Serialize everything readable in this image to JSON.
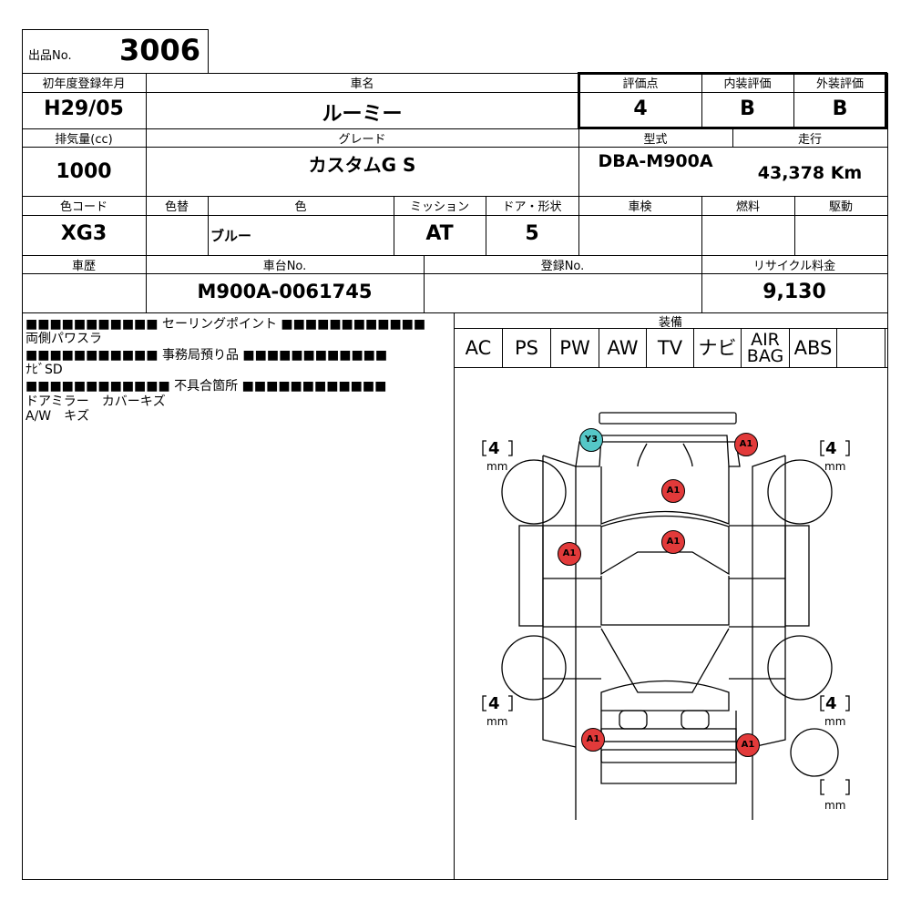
{
  "lot": {
    "label": "出品No.",
    "value": "3006"
  },
  "reg": {
    "label": "初年度登録年月",
    "value": "H29/05"
  },
  "name": {
    "label": "車名",
    "value": "ルーミー"
  },
  "score": {
    "label": "評価点",
    "value": "4"
  },
  "interior": {
    "label": "内装評価",
    "value": "B"
  },
  "exterior": {
    "label": "外装評価",
    "value": "B"
  },
  "cc": {
    "label": "排気量(cc)",
    "value": "1000"
  },
  "grade": {
    "label": "グレード",
    "value": "カスタムG S"
  },
  "model": {
    "label": "型式",
    "value": "DBA-M900A"
  },
  "mileage": {
    "label": "走行",
    "value": "43,378 Km"
  },
  "colorcode": {
    "label": "色コード",
    "value": "XG3"
  },
  "recolor": {
    "label": "色替",
    "value": ""
  },
  "color": {
    "label": "色",
    "value": "ブルー"
  },
  "mission": {
    "label": "ミッション",
    "value": "AT"
  },
  "door": {
    "label": "ドア・形状",
    "value": "5"
  },
  "inspection": {
    "label": "車検",
    "value": ""
  },
  "fuel": {
    "label": "燃料",
    "value": ""
  },
  "drive": {
    "label": "駆動",
    "value": ""
  },
  "history": {
    "label": "車歴",
    "value": ""
  },
  "chassis": {
    "label": "車台No.",
    "value": "M900A-0061745"
  },
  "plate": {
    "label": "登録No.",
    "value": ""
  },
  "recycle": {
    "label": "リサイクル料金",
    "value": "9,130"
  },
  "equipment": {
    "label": "装備",
    "items": [
      "AC",
      "PS",
      "PW",
      "AW",
      "TV",
      "ナビ",
      "AIR\nBAG",
      "ABS",
      ""
    ]
  },
  "notes": [
    "■■■■■■■■■■■ セーリングポイント ■■■■■■■■■■■■",
    "両側パワスラ",
    "■■■■■■■■■■■ 事務局預り品 ■■■■■■■■■■■■",
    "ﾅﾋﾞSD",
    "■■■■■■■■■■■■ 不具合箇所 ■■■■■■■■■■■■",
    "ドアミラー　カバーキズ",
    "A/W　キズ"
  ],
  "tires": {
    "fl": "4",
    "fr": "4",
    "rl": "4",
    "rr": "4",
    "spare": "",
    "unit": "mm"
  },
  "damage": [
    "Y3",
    "A1",
    "A1",
    "A1",
    "A1",
    "A1",
    "A1"
  ],
  "colors": {
    "A": "#e23a3a",
    "Y": "#55c7c7"
  }
}
